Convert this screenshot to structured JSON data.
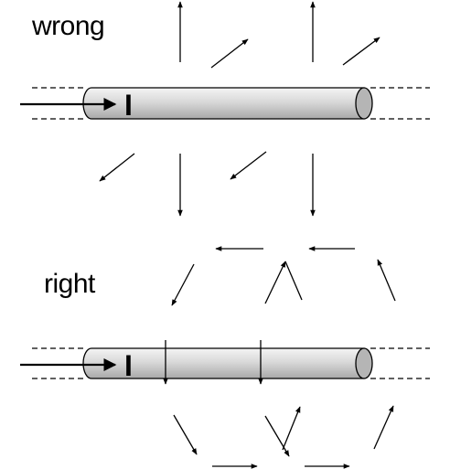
{
  "panels": [
    {
      "id": "wrong",
      "label": "wrong",
      "current_label": "I"
    },
    {
      "id": "right",
      "label": "right",
      "current_label": "I"
    }
  ],
  "colors": {
    "wire_fill_light": "#e8e8e8",
    "wire_fill_dark": "#9a9a9a",
    "wire_stroke": "#000000",
    "arrow": "#000000",
    "background": "#ffffff"
  }
}
